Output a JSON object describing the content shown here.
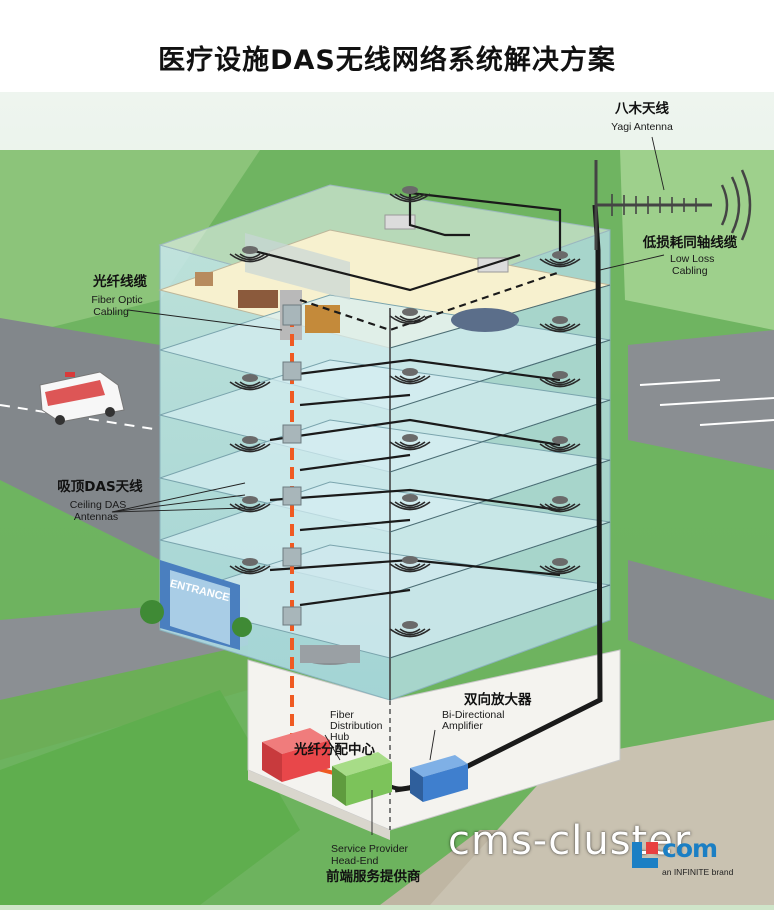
{
  "title": "医疗设施DAS无线网络系统解决方案",
  "labels": {
    "yagi_cn": "八木天线",
    "yagi_en": "Yagi Antenna",
    "lowloss_cn": "低损耗同轴线缆",
    "lowloss_en_1": "Low Loss",
    "lowloss_en_2": "Cabling",
    "fiber_cn": "光纤线缆",
    "fiber_en_1": "Fiber Optic",
    "fiber_en_2": "Cabling",
    "ceiling_cn": "吸顶DAS天线",
    "ceiling_en_1": "Ceiling DAS",
    "ceiling_en_2": "Antennas",
    "entrance": "ENTRANCE",
    "hub_en_1": "Fiber",
    "hub_en_2": "Distribution",
    "hub_en_3": "Hub",
    "hub_cn": "光纤分配中心",
    "amp_cn": "双向放大器",
    "amp_en_1": "Bi-Directional",
    "amp_en_2": "Amplifier",
    "provider_en_1": "Service Provider",
    "provider_en_2": "Head-End",
    "provider_cn": "前端服务提供商"
  },
  "watermark": "cms-cluster",
  "logo": {
    "brand": "com",
    "tagline": "an INFINITE brand"
  },
  "colors": {
    "fiber": "#ef5a22",
    "glass": "#bfe3ea",
    "grass": "#5aa84a",
    "road": "#7f8488",
    "hub": "#e8474a",
    "headend": "#7cc35a",
    "amplifier": "#3f7fce",
    "logo": "#1b7fc4"
  }
}
